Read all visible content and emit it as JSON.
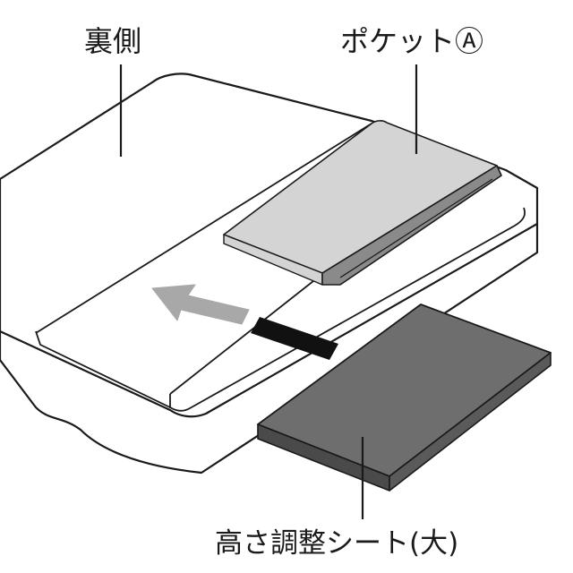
{
  "labels": {
    "back_side": "裏側",
    "pocket_a": "ポケットⒶ",
    "height_adjust_sheet": "高さ調整シート(大)"
  },
  "colors": {
    "outline": "#1a1a1a",
    "tray_fill": "#ffffff",
    "pocket_fill": "#d4d4d4",
    "pocket_slot": "#8a8a8a",
    "sheet_fill": "#6e6e6e",
    "sheet_edge": "#4a4a4a",
    "guide_mark": "#111111",
    "arrow_fill": "#a8a8a8"
  },
  "icons": {
    "arrow": "left-arrow-icon"
  }
}
